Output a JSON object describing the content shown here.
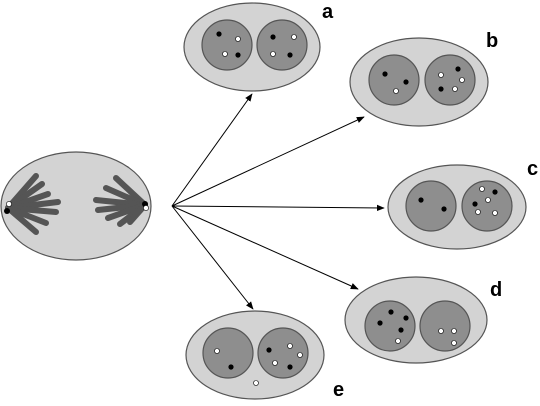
{
  "colors": {
    "cell_fill": "#d3d3d3",
    "nucleus_fill": "#8e8e8e",
    "outline": "#555555",
    "spindle": "#555555",
    "arrow": "#000000",
    "dark_chromosome": "#000000",
    "light_chromosome": "#ffffff"
  },
  "parent_cell": {
    "description_icons": [
      "spindle-fibers",
      "centrosome-pole"
    ]
  },
  "daughter_cells": [
    {
      "label": "a",
      "left_nucleus": {
        "dark": 2,
        "light": 2
      },
      "right_nucleus": {
        "dark": 2,
        "light": 2
      }
    },
    {
      "label": "b",
      "left_nucleus": {
        "dark": 2,
        "light": 1
      },
      "right_nucleus": {
        "dark": 2,
        "light": 3
      }
    },
    {
      "label": "c",
      "left_nucleus": {
        "dark": 2,
        "light": 0
      },
      "right_nucleus": {
        "dark": 2,
        "light": 4
      }
    },
    {
      "label": "d",
      "left_nucleus": {
        "dark": 4,
        "light": 1
      },
      "right_nucleus": {
        "dark": 0,
        "light": 3
      }
    },
    {
      "label": "e",
      "left_nucleus": {
        "dark": 1,
        "light": 1
      },
      "right_nucleus": {
        "dark": 2,
        "light": 3
      },
      "cytoplasm": {
        "light": 1
      }
    }
  ]
}
